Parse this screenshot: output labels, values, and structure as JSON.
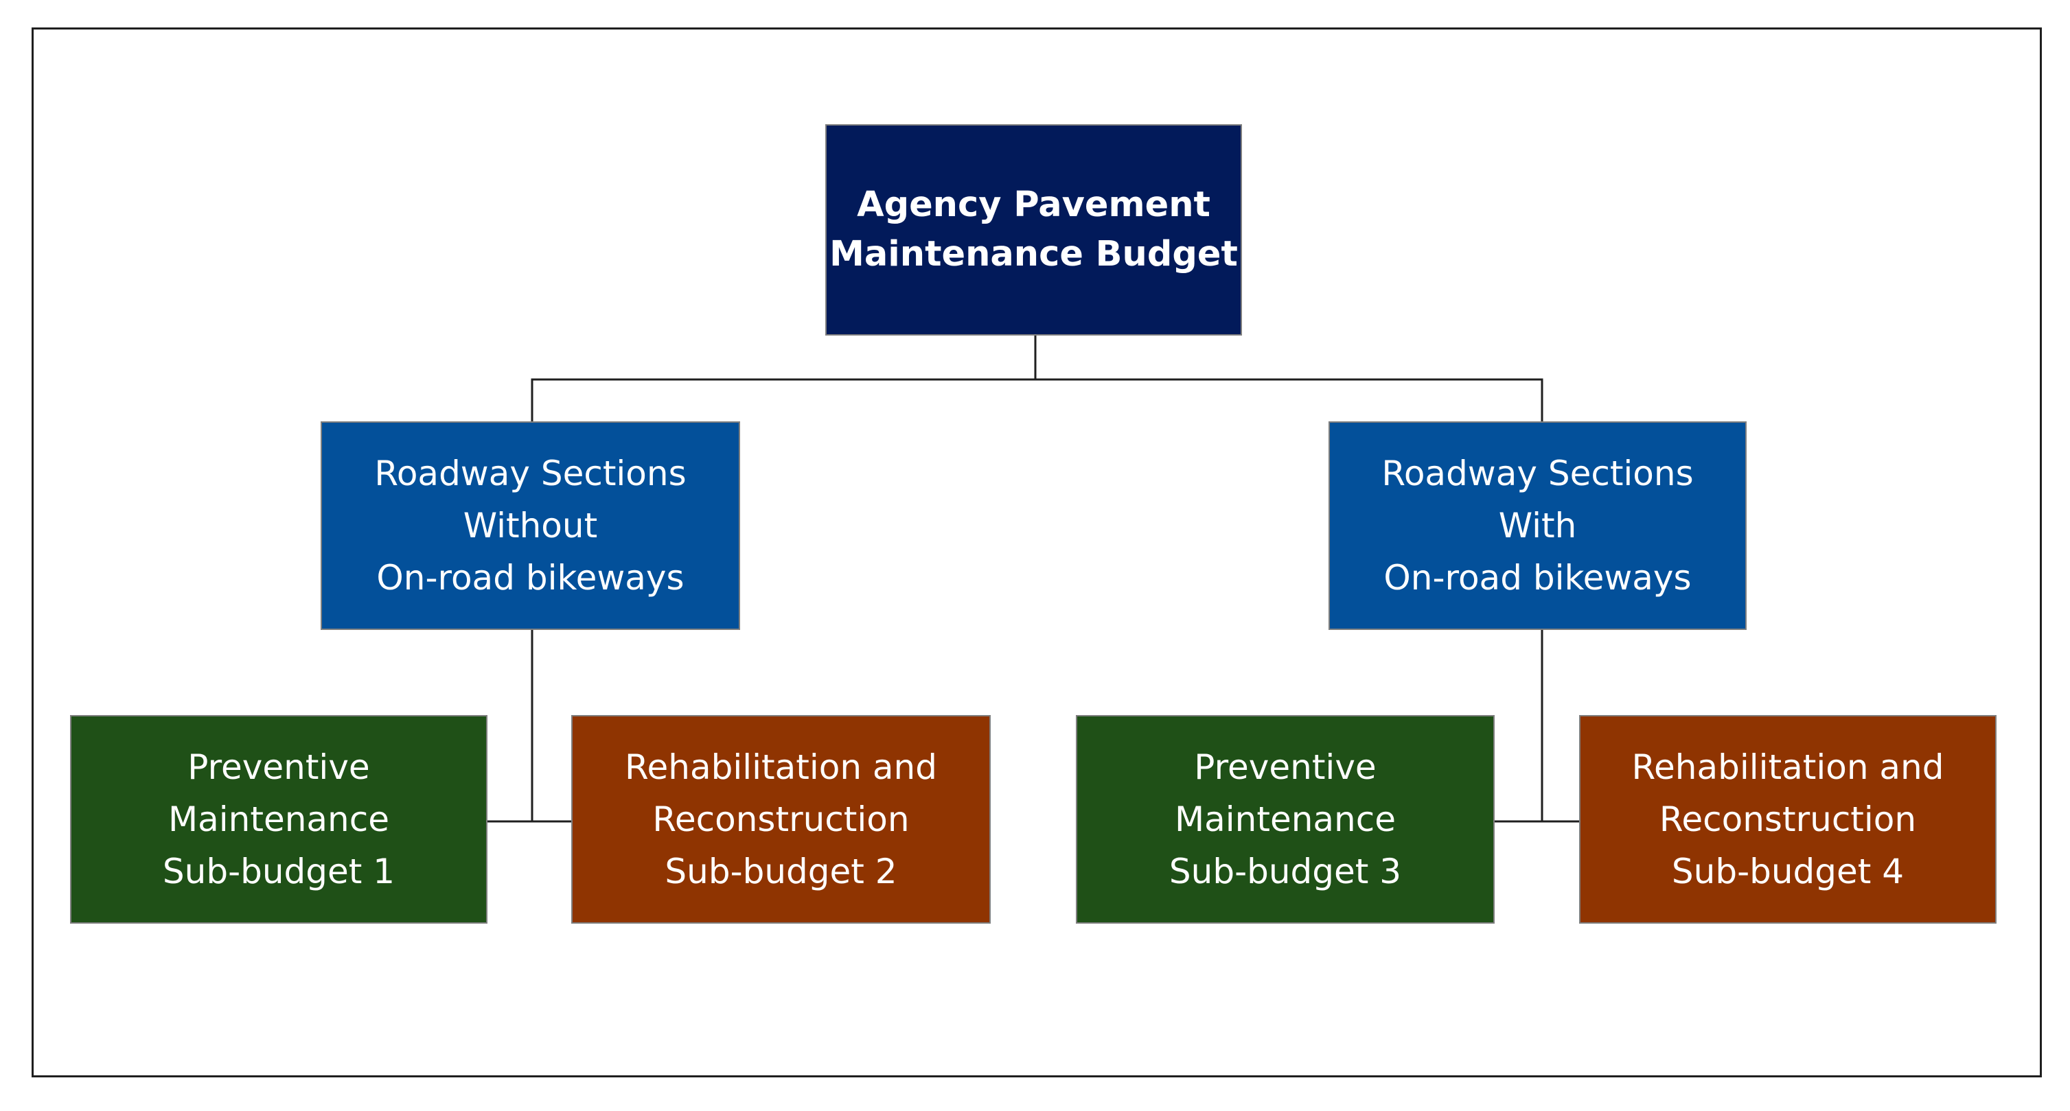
{
  "colors": {
    "root_fill": "#021a5a",
    "mid_fill": "#03509a",
    "preventive_fill": "#1f5017",
    "rehab_fill": "#8f3401",
    "connector": "#1f1f1f",
    "frame_border": "#1f1f1f"
  },
  "root": {
    "lines": [
      "Agency Pavement",
      "Maintenance Budget"
    ]
  },
  "sections": [
    {
      "lines": [
        "Roadway Sections",
        "Without",
        "On-road bikeways"
      ],
      "children": [
        {
          "lines": [
            "Preventive",
            "Maintenance",
            "Sub-budget 1"
          ]
        },
        {
          "lines": [
            "Rehabilitation and",
            "Reconstruction",
            "Sub-budget 2"
          ]
        }
      ]
    },
    {
      "lines": [
        "Roadway Sections",
        "With",
        "On-road bikeways"
      ],
      "children": [
        {
          "lines": [
            "Preventive",
            "Maintenance",
            "Sub-budget 3"
          ]
        },
        {
          "lines": [
            "Rehabilitation and",
            "Reconstruction",
            "Sub-budget 4"
          ]
        }
      ]
    }
  ]
}
